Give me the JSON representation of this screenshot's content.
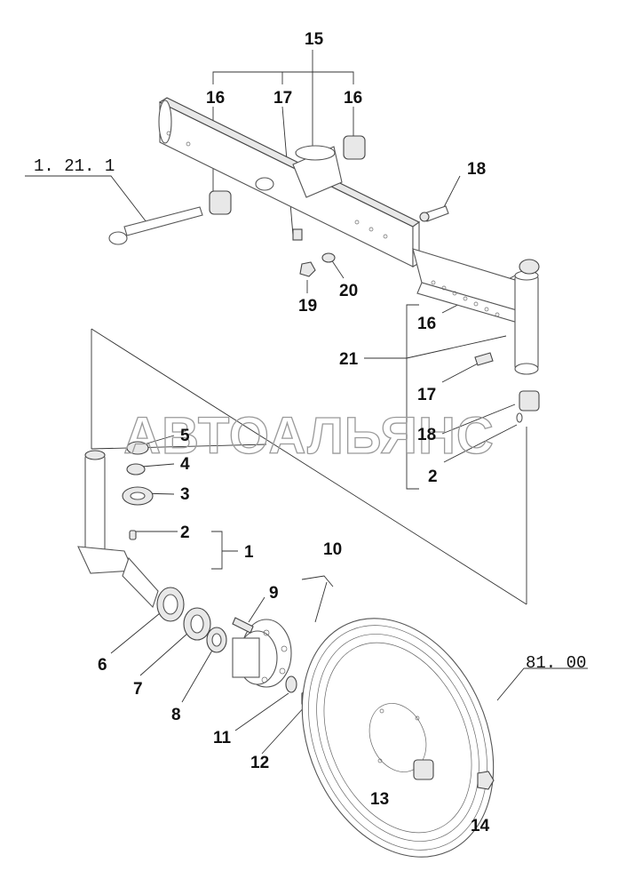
{
  "watermark": "АВТОАЛЬЯНС",
  "callouts": {
    "c15": "15",
    "c16a": "16",
    "c17a": "17",
    "c16b": "16",
    "c1211": "1. 21. 1",
    "c18a": "18",
    "c19": "19",
    "c20": "20",
    "c16c": "16",
    "c21": "21",
    "c17b": "17",
    "c18b": "18",
    "c2a": "2",
    "c5": "5",
    "c4": "4",
    "c3": "3",
    "c2b": "2",
    "c1": "1",
    "c10": "10",
    "c9": "9",
    "c6": "6",
    "c7": "7",
    "c8": "8",
    "c11": "11",
    "c12": "12",
    "c8100": "81. 00",
    "c13": "13",
    "c14": "14"
  }
}
